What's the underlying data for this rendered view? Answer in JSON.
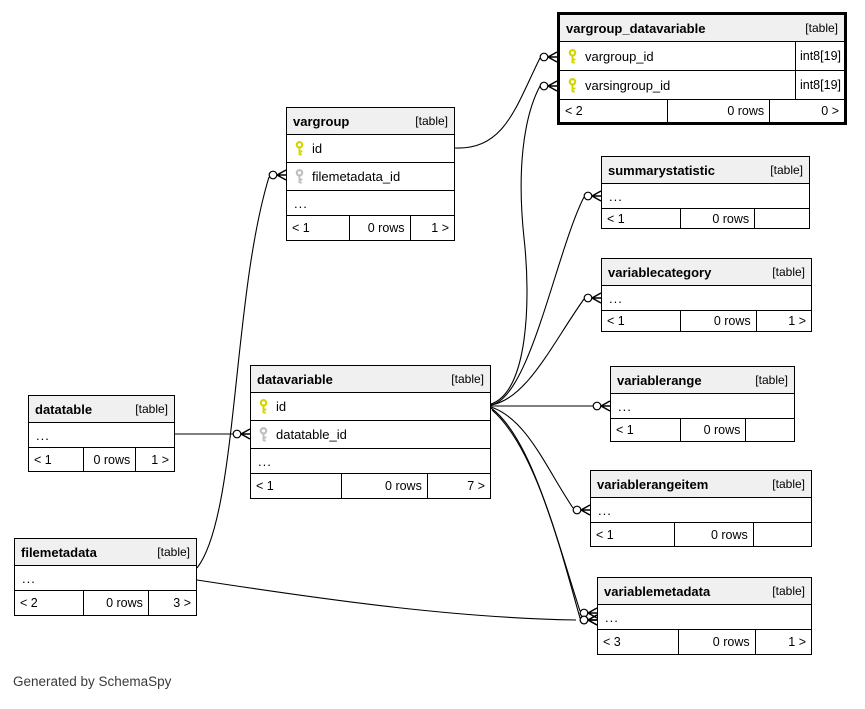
{
  "diagram": {
    "credit": "Generated by SchemaSpy",
    "colors": {
      "primary_key": "#d4d400",
      "foreign_key": "#bfbfbf",
      "header_bg": "#f0f0f0",
      "border": "#000000"
    },
    "tables": [
      {
        "id": "vargroup_datavariable",
        "name": "vargroup_datavariable",
        "type_tag": "[table]",
        "highlighted": true,
        "rows": [
          {
            "icon": "primary-key-icon",
            "label": "vargroup_id",
            "type": "int8[19]"
          },
          {
            "icon": "primary-key-icon",
            "label": "varsingroup_id",
            "type": "int8[19]"
          }
        ],
        "footer": {
          "parents": "< 2",
          "rows": "0 rows",
          "children": "0 >"
        }
      },
      {
        "id": "vargroup",
        "name": "vargroup",
        "type_tag": "[table]",
        "highlighted": false,
        "rows": [
          {
            "icon": "primary-key-icon",
            "label": "id"
          },
          {
            "icon": "foreign-key-icon",
            "label": "filemetadata_id"
          },
          {
            "label": "..."
          }
        ],
        "footer": {
          "parents": "< 1",
          "rows": "0 rows",
          "children": "1 >"
        }
      },
      {
        "id": "summarystatistic",
        "name": "summarystatistic",
        "type_tag": "[table]",
        "highlighted": false,
        "rows": [
          {
            "label": "..."
          }
        ],
        "footer": {
          "parents": "< 1",
          "rows": "0 rows",
          "children": ""
        }
      },
      {
        "id": "variablecategory",
        "name": "variablecategory",
        "type_tag": "[table]",
        "highlighted": false,
        "rows": [
          {
            "label": "..."
          }
        ],
        "footer": {
          "parents": "< 1",
          "rows": "0 rows",
          "children": "1 >"
        }
      },
      {
        "id": "variablerange",
        "name": "variablerange",
        "type_tag": "[table]",
        "highlighted": false,
        "rows": [
          {
            "label": "..."
          }
        ],
        "footer": {
          "parents": "< 1",
          "rows": "0 rows",
          "children": ""
        }
      },
      {
        "id": "variablerangeitem",
        "name": "variablerangeitem",
        "type_tag": "[table]",
        "highlighted": false,
        "rows": [
          {
            "label": "..."
          }
        ],
        "footer": {
          "parents": "< 1",
          "rows": "0 rows",
          "children": ""
        }
      },
      {
        "id": "variablemetadata",
        "name": "variablemetadata",
        "type_tag": "[table]",
        "highlighted": false,
        "rows": [
          {
            "label": "..."
          }
        ],
        "footer": {
          "parents": "< 3",
          "rows": "0 rows",
          "children": "1 >"
        }
      },
      {
        "id": "datavariable",
        "name": "datavariable",
        "type_tag": "[table]",
        "highlighted": false,
        "rows": [
          {
            "icon": "primary-key-icon",
            "label": "id"
          },
          {
            "icon": "foreign-key-icon",
            "label": "datatable_id"
          },
          {
            "label": "..."
          }
        ],
        "footer": {
          "parents": "< 1",
          "rows": "0 rows",
          "children": "7 >"
        }
      },
      {
        "id": "datatable",
        "name": "datatable",
        "type_tag": "[table]",
        "highlighted": false,
        "rows": [
          {
            "label": "..."
          }
        ],
        "footer": {
          "parents": "< 1",
          "rows": "0 rows",
          "children": "1 >"
        }
      },
      {
        "id": "filemetadata",
        "name": "filemetadata",
        "type_tag": "[table]",
        "highlighted": false,
        "rows": [
          {
            "label": "..."
          }
        ],
        "footer": {
          "parents": "< 2",
          "rows": "0 rows",
          "children": "3 >"
        }
      }
    ],
    "relationships": [
      {
        "from": "vargroup.id",
        "to": "vargroup_datavariable.vargroup_id"
      },
      {
        "from": "datavariable.id",
        "to": "vargroup_datavariable.varsingroup_id"
      },
      {
        "from": "datavariable.id",
        "to": "summarystatistic"
      },
      {
        "from": "datavariable.id",
        "to": "variablecategory"
      },
      {
        "from": "datavariable.id",
        "to": "variablerange"
      },
      {
        "from": "datavariable.id",
        "to": "variablerangeitem"
      },
      {
        "from": "datavariable.id",
        "to": "variablemetadata"
      },
      {
        "from": "datavariable.id",
        "to": "variablemetadata"
      },
      {
        "from": "datatable",
        "to": "datavariable.datatable_id"
      },
      {
        "from": "filemetadata",
        "to": "vargroup.filemetadata_id"
      },
      {
        "from": "filemetadata",
        "to": "variablemetadata"
      }
    ]
  }
}
